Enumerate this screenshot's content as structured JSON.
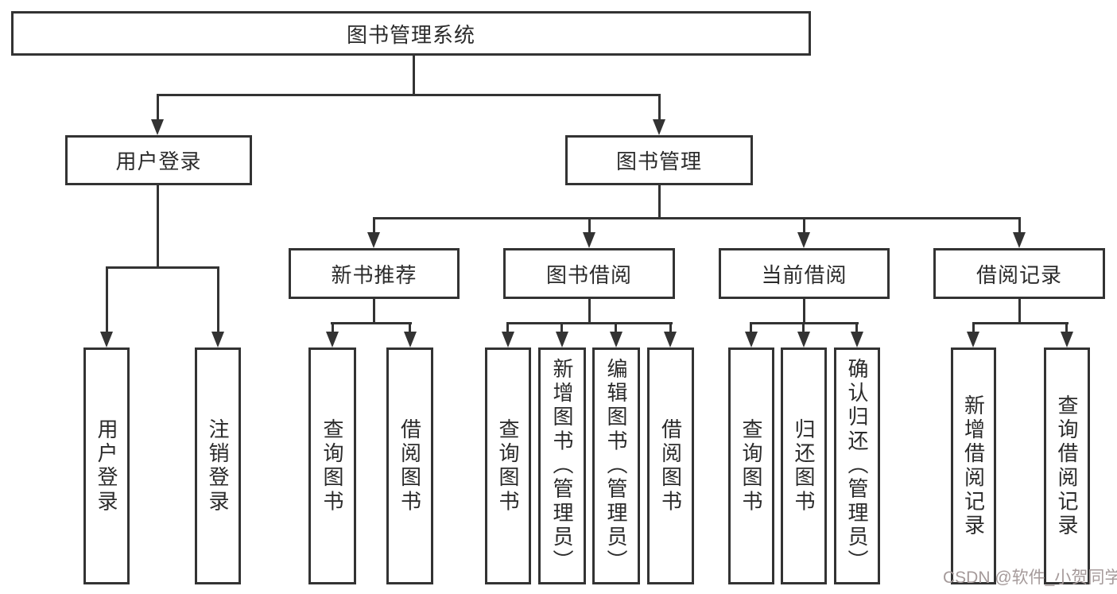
{
  "tree": {
    "root": "图书管理系统",
    "children": [
      {
        "label": "用户登录",
        "children": [
          "用户登录",
          "注销登录"
        ]
      },
      {
        "label": "图书管理",
        "children": [
          {
            "label": "新书推荐",
            "children": [
              "查询图书",
              "借阅图书"
            ]
          },
          {
            "label": "图书借阅",
            "children": [
              "查询图书",
              "新增图书（管理员）",
              "编辑图书（管理员）",
              "借阅图书"
            ]
          },
          {
            "label": "当前借阅",
            "children": [
              "查询图书",
              "归还图书",
              "确认归还（管理员）"
            ]
          },
          {
            "label": "借阅记录",
            "children": [
              "新增借阅记录",
              "查询借阅记录"
            ]
          }
        ]
      }
    ]
  },
  "watermark": "CSDN @软件_小贺同学",
  "colors": {
    "line": "#333333",
    "text": "#2b2b2b",
    "background": "#ffffff",
    "watermark": "#a59a9a"
  }
}
